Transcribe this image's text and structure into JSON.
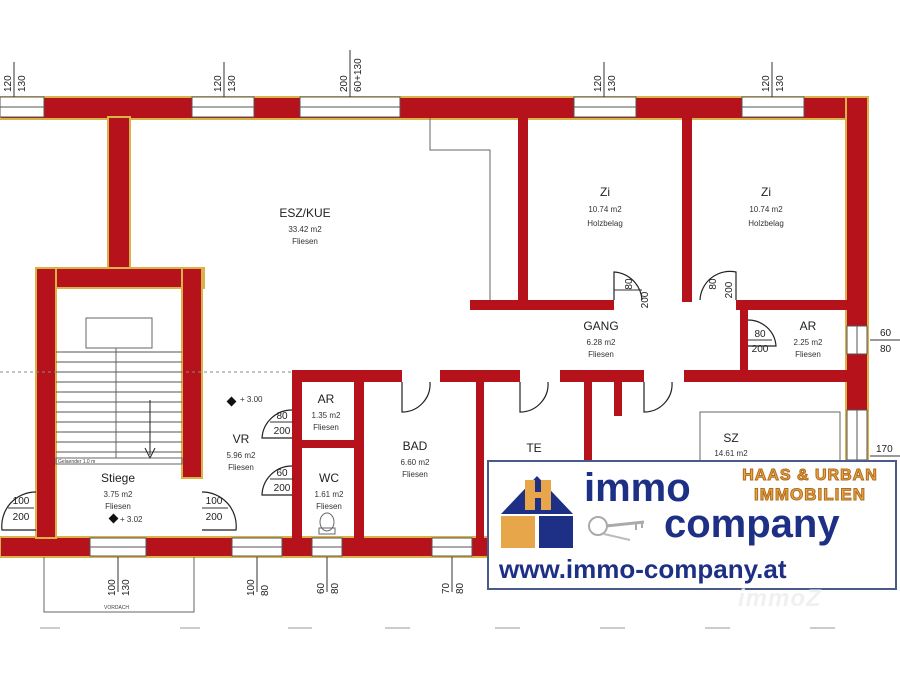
{
  "rooms": {
    "esz": {
      "name": "ESZ/KUE",
      "area": "33.42 m2",
      "floor": "Fliesen"
    },
    "zi1": {
      "name": "Zi",
      "area": "10.74 m2",
      "floor": "Holzbelag"
    },
    "zi2": {
      "name": "Zi",
      "area": "10.74 m2",
      "floor": "Holzbelag"
    },
    "gang": {
      "name": "GANG",
      "area": "6.28 m2",
      "floor": "Fliesen"
    },
    "ar_right": {
      "name": "AR",
      "area": "2.25 m2",
      "floor": "Fliesen"
    },
    "ar_left": {
      "name": "AR",
      "area": "1.35 m2",
      "floor": "Fliesen"
    },
    "vr": {
      "name": "VR",
      "area": "5.96 m2",
      "floor": "Fliesen"
    },
    "wc": {
      "name": "WC",
      "area": "1.61 m2",
      "floor": "Fliesen"
    },
    "bad": {
      "name": "BAD",
      "area": "6.60 m2",
      "floor": "Fliesen"
    },
    "te": {
      "name": "TE"
    },
    "sz": {
      "name": "SZ",
      "area": "14.61 m2"
    },
    "stiege": {
      "name": "Stiege",
      "area": "3.75 m2",
      "floor": "Fliesen"
    }
  },
  "levels": {
    "upper": "+ 3.00",
    "stair": "+ 3.02"
  },
  "windows_top": [
    {
      "w": "120",
      "h": "130"
    },
    {
      "w": "120",
      "h": "130"
    },
    {
      "w": "200",
      "h": "60+130"
    },
    {
      "w": "120",
      "h": "130"
    },
    {
      "w": "120",
      "h": "130"
    }
  ],
  "windows_bottom": [
    {
      "w": "100",
      "h": "130"
    },
    {
      "w": "100",
      "h": "80"
    },
    {
      "w": "60",
      "h": "80"
    },
    {
      "w": "70",
      "h": "80"
    }
  ],
  "windows_right": [
    {
      "w": "60",
      "h": "80"
    },
    {
      "w": "170",
      "h": ""
    }
  ],
  "doors": {
    "zi_left": {
      "w": "80",
      "h": "200"
    },
    "zi_right": {
      "w": "80",
      "h": "200"
    },
    "ar_right": {
      "w": "80",
      "h": "200"
    },
    "ar_left": {
      "w": "80",
      "h": "200"
    },
    "wc": {
      "w": "60",
      "h": "200"
    },
    "entry_left": {
      "w": "100",
      "h": "200"
    },
    "entry_stair": {
      "w": "100",
      "h": "200"
    }
  },
  "small_labels": {
    "vordach": "VORDACH",
    "stair_label": "Gelaender 1.0 m"
  },
  "logo": {
    "brand_1": "immo",
    "brand_2": "company",
    "partner_1": "HAAS & URBAN",
    "partner_2": "IMMOBILIEN",
    "url": "www.immo-company.at"
  },
  "watermark": "immoZ",
  "colors": {
    "wall": "#b5121b",
    "wall_edge": "#d9b24a",
    "brand_blue": "#1e2f86",
    "brand_orange": "#e8a64a"
  }
}
